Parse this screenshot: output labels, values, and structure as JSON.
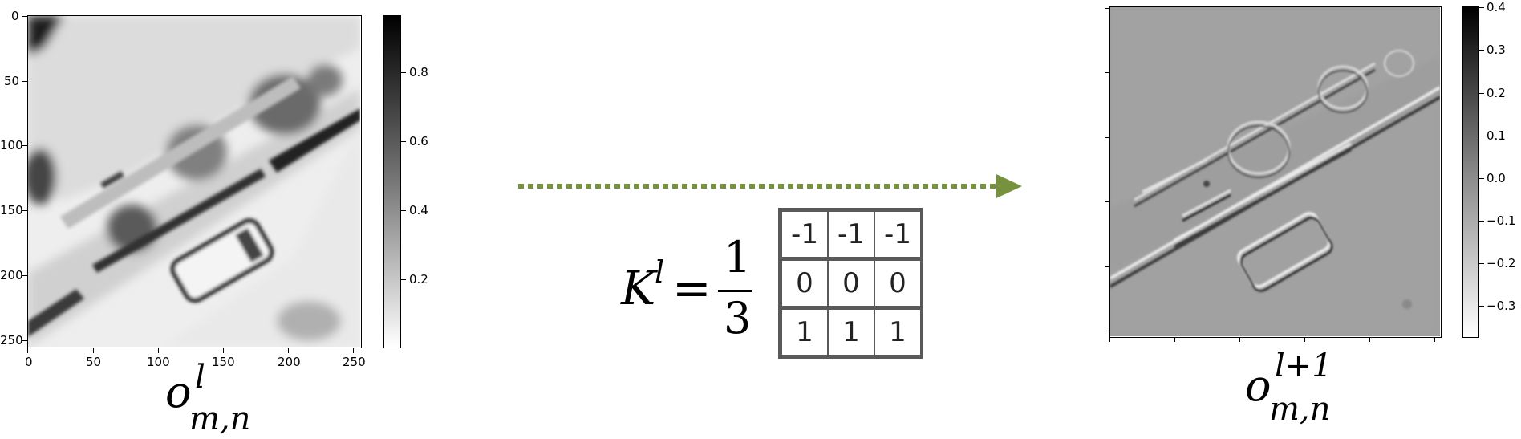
{
  "left_image": {
    "x_ticks": [
      "0",
      "50",
      "100",
      "150",
      "200",
      "250"
    ],
    "y_ticks": [
      "0",
      "50",
      "100",
      "150",
      "200",
      "250"
    ],
    "colorbar_ticks": [
      "0.8",
      "0.6",
      "0.4",
      "0.2"
    ],
    "caption": {
      "base": "o",
      "sup": "l",
      "sub": "m,n"
    }
  },
  "right_image": {
    "colorbar_ticks": [
      "0.4",
      "0.3",
      "0.2",
      "0.1",
      "0.0",
      "−0.1",
      "−0.2",
      "−0.3"
    ],
    "caption": {
      "base": "o",
      "sup": "l+1",
      "sub": "m,n"
    }
  },
  "kernel": {
    "lhs_base": "K",
    "lhs_sup": "l",
    "equals": "=",
    "frac_num": "1",
    "frac_den": "3",
    "rows": [
      [
        "-1",
        "-1",
        "-1"
      ],
      [
        "0",
        "0",
        "0"
      ],
      [
        "1",
        "1",
        "1"
      ]
    ]
  },
  "colors": {
    "arrow": "#76923c",
    "grid": "#595959"
  }
}
